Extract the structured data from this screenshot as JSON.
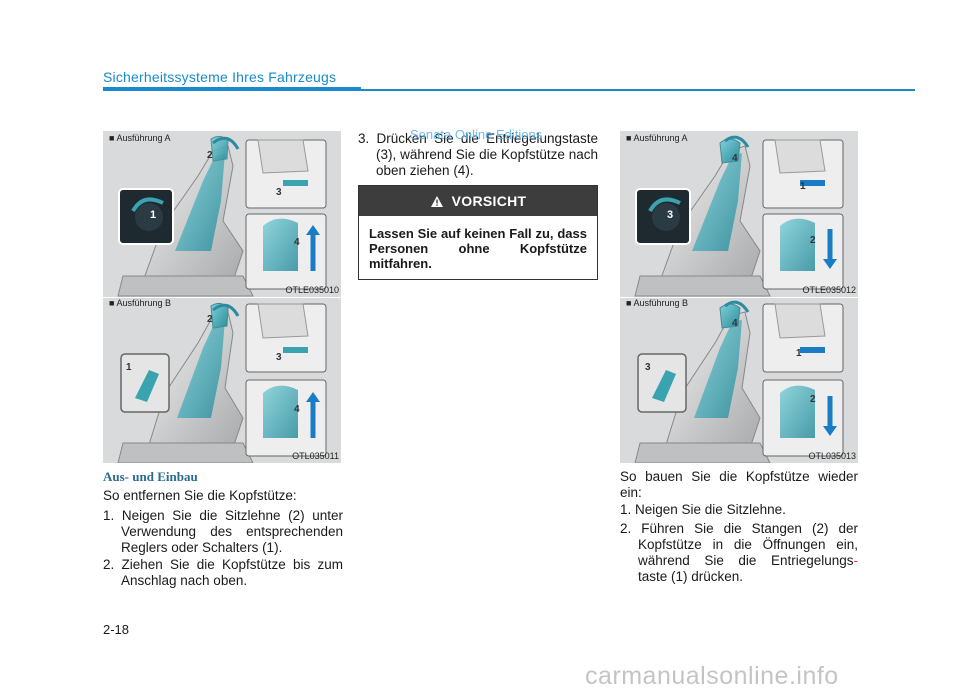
{
  "header": {
    "title": "Sicherheitssysteme Ihres Fahrzeugs"
  },
  "figures": [
    {
      "label": "■ Ausführung A",
      "code": "OTLE035010",
      "marker_1": "1",
      "marker_2": "2",
      "marker_3": "3",
      "marker_4": "4"
    },
    {
      "label": "■ Ausführung B",
      "code": "OTL035011",
      "marker_1": "1",
      "marker_2": "2",
      "marker_3": "3",
      "marker_4": "4"
    },
    {
      "label": "■ Ausführung A",
      "code": "OTLE035012",
      "marker_1": "1",
      "marker_2": "2",
      "marker_3": "3",
      "marker_4": "4"
    },
    {
      "label": "■ Ausführung B",
      "code": "OTL035013",
      "marker_1": "1",
      "marker_2": "2",
      "marker_3": "3",
      "marker_4": "4"
    }
  ],
  "removal": {
    "heading": "Aus- und Einbau",
    "intro": "So entfernen Sie die Kopfstütze:",
    "step1": "1. Neigen Sie die Sitzlehne (2) unter Verwendung des entsprechenden Reglers oder Schalters (1).",
    "step2": "2. Ziehen Sie die Kopfstütze bis zum Anschlag nach oben.",
    "step3": "3. Drücken Sie die Entriegelungstaste (3), während Sie die Kopfstütze nach oben ziehen (4)."
  },
  "caution": {
    "title": "VORSICHT",
    "text": "Lassen Sie auf keinen Fall zu, dass Personen ohne Kopfstütze mitfahren."
  },
  "installation": {
    "intro": "So bauen Sie die Kopfstütze wieder ein:",
    "step1": "1. Neigen Sie die Sitzlehne.",
    "step2": "2. Führen Sie die Stangen (2) der Kopfstütze in die Öffnungen ein, während Sie die Entriegelungs",
    "step2_hyphen": "-",
    "step2_end": "taste (1) drücken."
  },
  "watermark": "Sonata Online Editions",
  "page_number": "2-18",
  "footer_site": "carmanualsonline.info",
  "colors": {
    "accent": "#1a8ad0",
    "seat_teal": "#3aa3b0",
    "figure_bg": "#d9dadb",
    "caution_head": "#3d3d3d"
  }
}
